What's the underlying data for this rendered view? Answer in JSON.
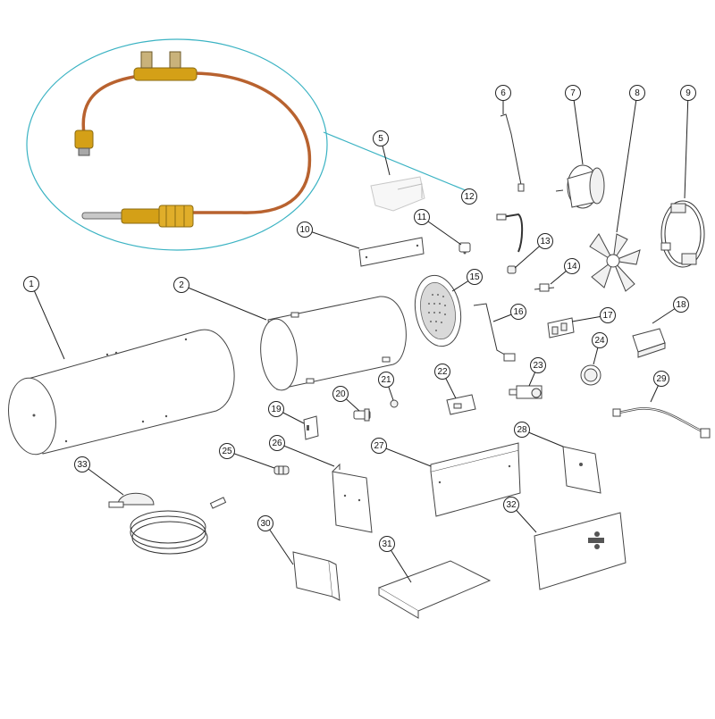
{
  "figure": {
    "type": "exploded-parts-diagram",
    "zoom_inset": {
      "shows_part": "12",
      "border_color": "#3bb3c3",
      "tube_color": "#b8622f",
      "fitting_color": "#d4a017"
    },
    "callouts": [
      {
        "id": "1",
        "label": "1"
      },
      {
        "id": "2",
        "label": "2"
      },
      {
        "id": "5",
        "label": "5"
      },
      {
        "id": "6",
        "label": "6"
      },
      {
        "id": "7",
        "label": "7"
      },
      {
        "id": "8",
        "label": "8"
      },
      {
        "id": "9",
        "label": "9"
      },
      {
        "id": "10",
        "label": "10"
      },
      {
        "id": "11",
        "label": "11"
      },
      {
        "id": "12",
        "label": "12"
      },
      {
        "id": "13",
        "label": "13"
      },
      {
        "id": "14",
        "label": "14"
      },
      {
        "id": "15",
        "label": "15"
      },
      {
        "id": "16",
        "label": "16"
      },
      {
        "id": "17",
        "label": "17"
      },
      {
        "id": "18",
        "label": "18"
      },
      {
        "id": "19",
        "label": "19"
      },
      {
        "id": "20",
        "label": "20"
      },
      {
        "id": "21",
        "label": "21"
      },
      {
        "id": "22",
        "label": "22"
      },
      {
        "id": "23",
        "label": "23"
      },
      {
        "id": "24",
        "label": "24"
      },
      {
        "id": "25",
        "label": "25"
      },
      {
        "id": "26",
        "label": "26"
      },
      {
        "id": "27",
        "label": "27"
      },
      {
        "id": "28",
        "label": "28"
      },
      {
        "id": "29",
        "label": "29"
      },
      {
        "id": "30",
        "label": "30"
      },
      {
        "id": "31",
        "label": "31"
      },
      {
        "id": "32",
        "label": "32"
      },
      {
        "id": "33",
        "label": "33"
      }
    ]
  }
}
